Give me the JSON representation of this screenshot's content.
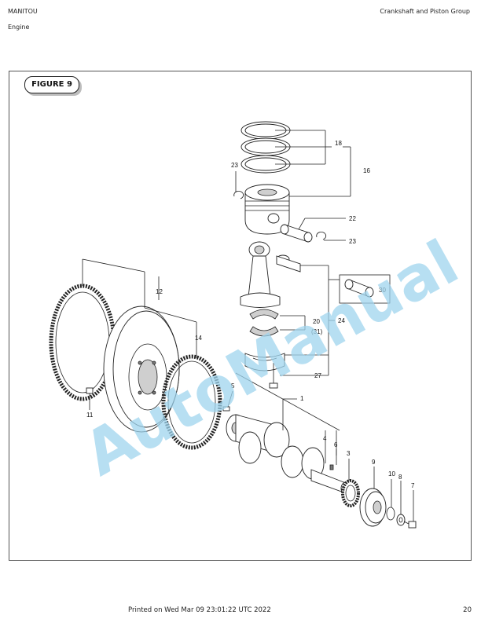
{
  "header": {
    "brand": "MANITOU",
    "section": "Engine",
    "title": "Crankshaft and Piston Group"
  },
  "figure": {
    "label": "FIGURE 9",
    "callouts": {
      "c1": "1",
      "c3": "3",
      "c4": "4",
      "c5": "5",
      "c6": "6",
      "c7": "7",
      "c8": "8",
      "c9": "9",
      "c10": "10",
      "c11": "11",
      "c12": "12",
      "c14": "14",
      "c16": "16",
      "c18": "18",
      "c20": "20",
      "c22": "22",
      "c23a": "23",
      "c23b": "23",
      "c24": "24",
      "c27": "27",
      "c30": "30",
      "c31": "(31)"
    }
  },
  "watermark": {
    "text": "AutoManual",
    "color": "#9fd4ee"
  },
  "footer": {
    "printed": "Printed on  Wed Mar 09 23:01:22 UTC 2022",
    "page": "20"
  }
}
